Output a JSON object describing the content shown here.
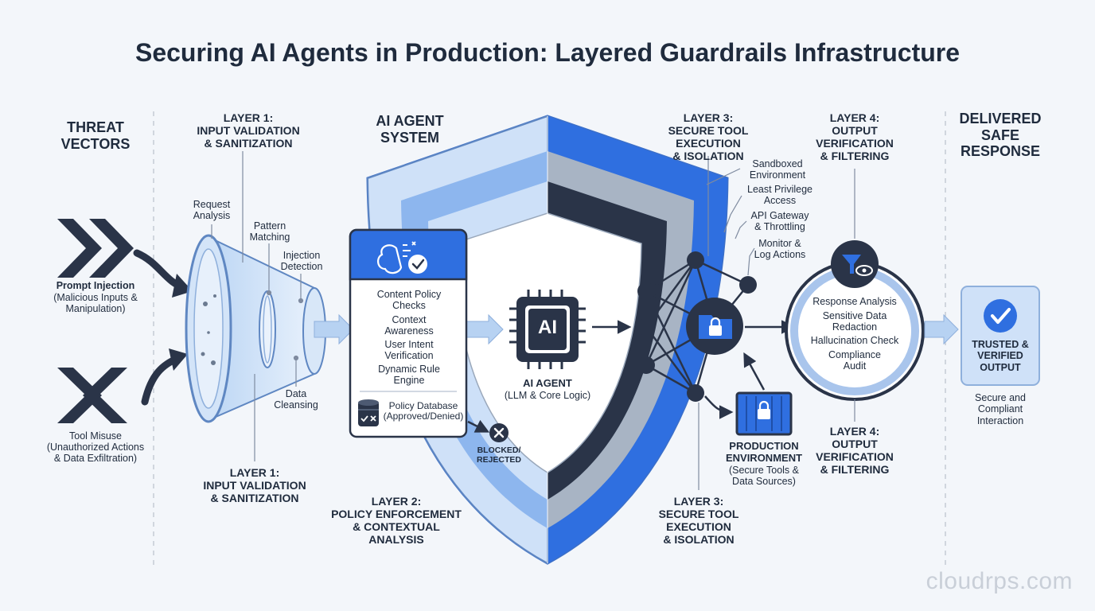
{
  "title": "Securing AI Agents in Production: Layered Guardrails Infrastructure",
  "threats": {
    "heading": "THREAT\nVECTORS",
    "prompt_injection": {
      "label": "Prompt Injection",
      "detail": "(Malicious Inputs &\nManipulation)"
    },
    "tool_misuse": {
      "label": "Tool Misuse",
      "detail": "(Unauthorized Actions\n& Data Exfiltration)"
    }
  },
  "layer1": {
    "top_label": "LAYER 1:\nINPUT VALIDATION\n& SANITIZATION",
    "bottom_label": "LAYER 1:\nINPUT VALIDATION\n& SANITIZATION",
    "steps": [
      "Request\nAnalysis",
      "Pattern\nMatching",
      "Injection\nDetection",
      "Data\nCleansing"
    ]
  },
  "system": {
    "heading": "AI AGENT\nSYSTEM",
    "policy_items": [
      "Content Policy\nChecks",
      "Context\nAwareness",
      "User Intent\nVerification",
      "Dynamic Rule\nEngine"
    ],
    "policy_db": "Policy Database\n(Approved/Denied)",
    "blocked": "BLOCKED/\nREJECTED",
    "chip_label": "AI",
    "agent_label": "AI AGENT",
    "agent_detail": "(LLM & Core Logic)"
  },
  "layer2": {
    "label": "LAYER 2:\nPOLICY ENFORCEMENT\n& CONTEXTUAL\nANALYSIS"
  },
  "layer3": {
    "top_label": "LAYER 3:\nSECURE TOOL EXECUTION\n& ISOLATION",
    "bottom_label": "LAYER 3:\nSECURE TOOL\nEXECUTION\n& ISOLATION",
    "features": [
      "Sandboxed\nEnvironment",
      "Least Privilege\nAccess",
      "API Gateway\n& Throttling",
      "Monitor &\nLog Actions"
    ],
    "production_label": "PRODUCTION\nENVIRONMENT",
    "production_detail": "(Secure Tools &\nData Sources)"
  },
  "layer4": {
    "top_label": "LAYER 4:\nOUTPUT\nVERIFICATION\n& FILTERING",
    "bottom_label": "LAYER 4:\nOUTPUT\nVERIFICATION\n& FILTERING",
    "checks": [
      "Response Analysis",
      "Sensitive Data\nRedaction",
      "Hallucination Check",
      "Compliance\nAudit"
    ]
  },
  "delivered": {
    "heading": "DELIVERED\nSAFE\nRESPONSE",
    "badge": "TRUSTED &\nVERIFIED\nOUTPUT",
    "detail": "Secure and\nCompliant\nInteraction"
  },
  "watermark": "cloudrps.com",
  "colors": {
    "dark": "#2a3448",
    "blue": "#2f6fe0",
    "light_blue": "#cfe1f8",
    "bg": "#f3f6fa"
  }
}
